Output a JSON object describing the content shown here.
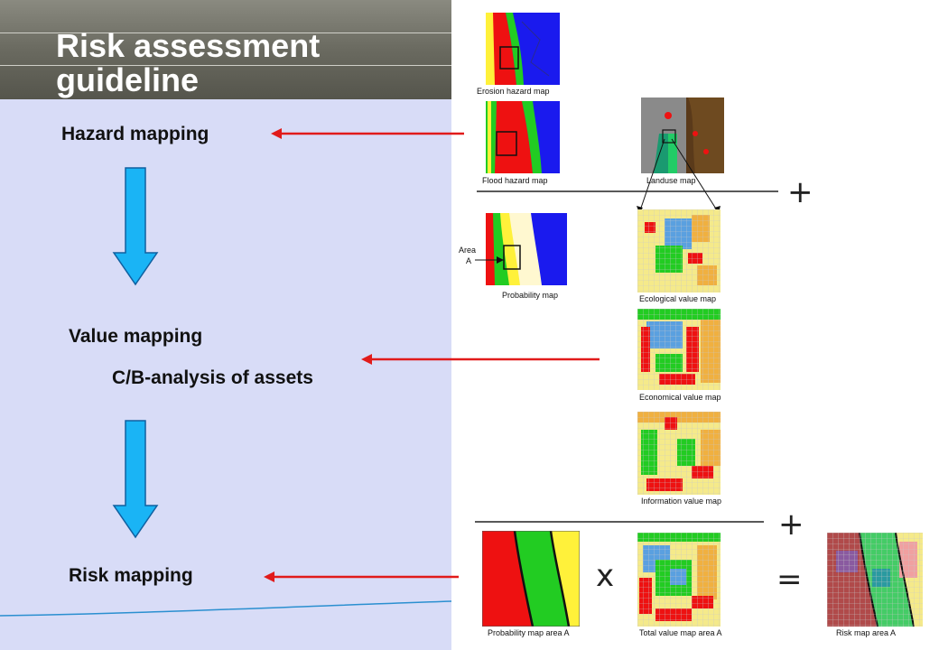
{
  "slide": {
    "title": "Risk assessment guideline",
    "steps": [
      {
        "label": "Hazard mapping"
      },
      {
        "label": "Value mapping"
      },
      {
        "label": "C/B-analysis of assets"
      },
      {
        "label": "Risk mapping"
      }
    ]
  },
  "figure": {
    "captions": {
      "erosion": "Erosion hazard map",
      "flood": "Flood hazard map",
      "landuse": "Landuse map",
      "area": "Area",
      "area_letter": "A",
      "probability": "Probability map",
      "ecological": "Ecological value map",
      "economical": "Economical value map",
      "information": "Information value map",
      "prob_area": "Probability map area A",
      "total_value": "Total value map area A",
      "risk_area": "Risk map area A"
    },
    "symbols": {
      "plus1": "+",
      "plus2": "+",
      "times": "x",
      "equals": "="
    }
  },
  "colors": {
    "accent_arrow": "#e11b1b",
    "down_arrow": "#1ab4f5",
    "map_red": "#ee1111",
    "map_green": "#22cc22",
    "map_yellow": "#fff13a",
    "map_blue": "#1a1aee"
  }
}
